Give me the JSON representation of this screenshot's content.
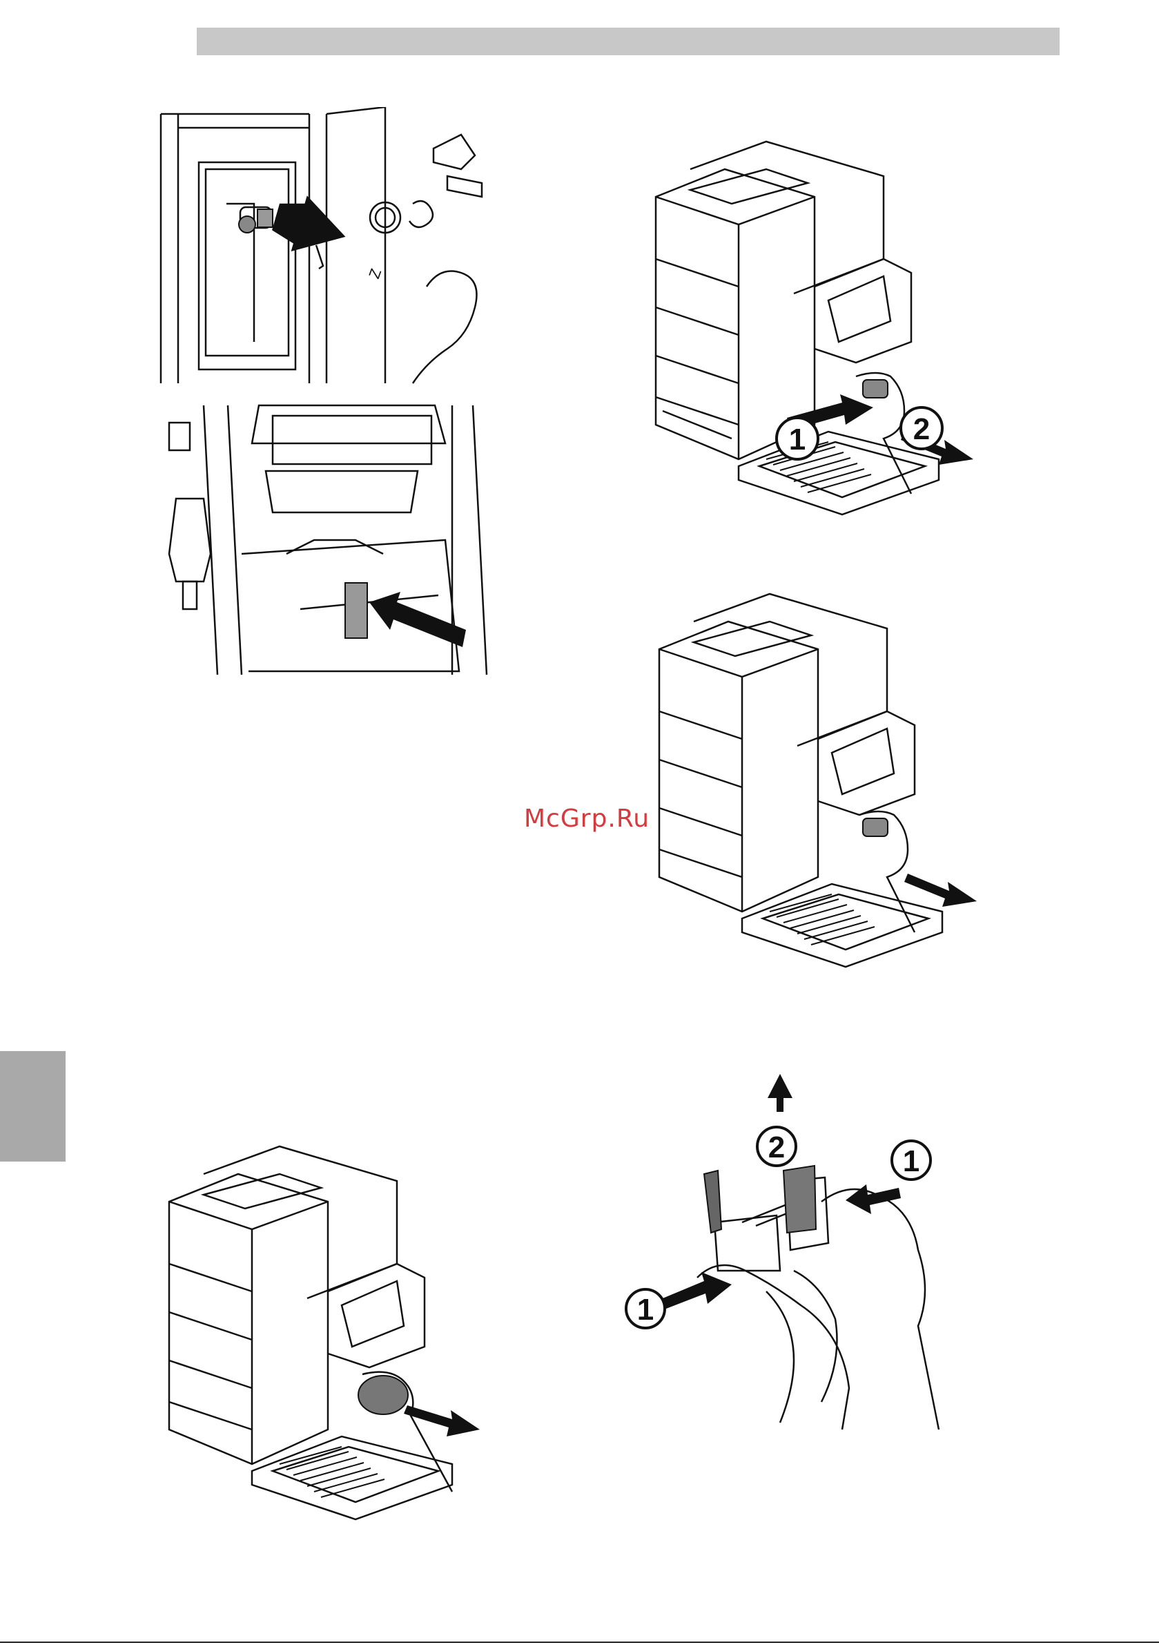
{
  "watermark": "McGrp.Ru",
  "callouts": {
    "fig_top_right_1": "1",
    "fig_top_right_2": "2",
    "fig_bottom_right_1a": "1",
    "fig_bottom_right_1b": "1",
    "fig_bottom_right_2": "2"
  },
  "colors": {
    "header_bar": "#c8c8c8",
    "side_tab": "#a9a9a9",
    "watermark": "#d8393c",
    "line": "#111111"
  }
}
